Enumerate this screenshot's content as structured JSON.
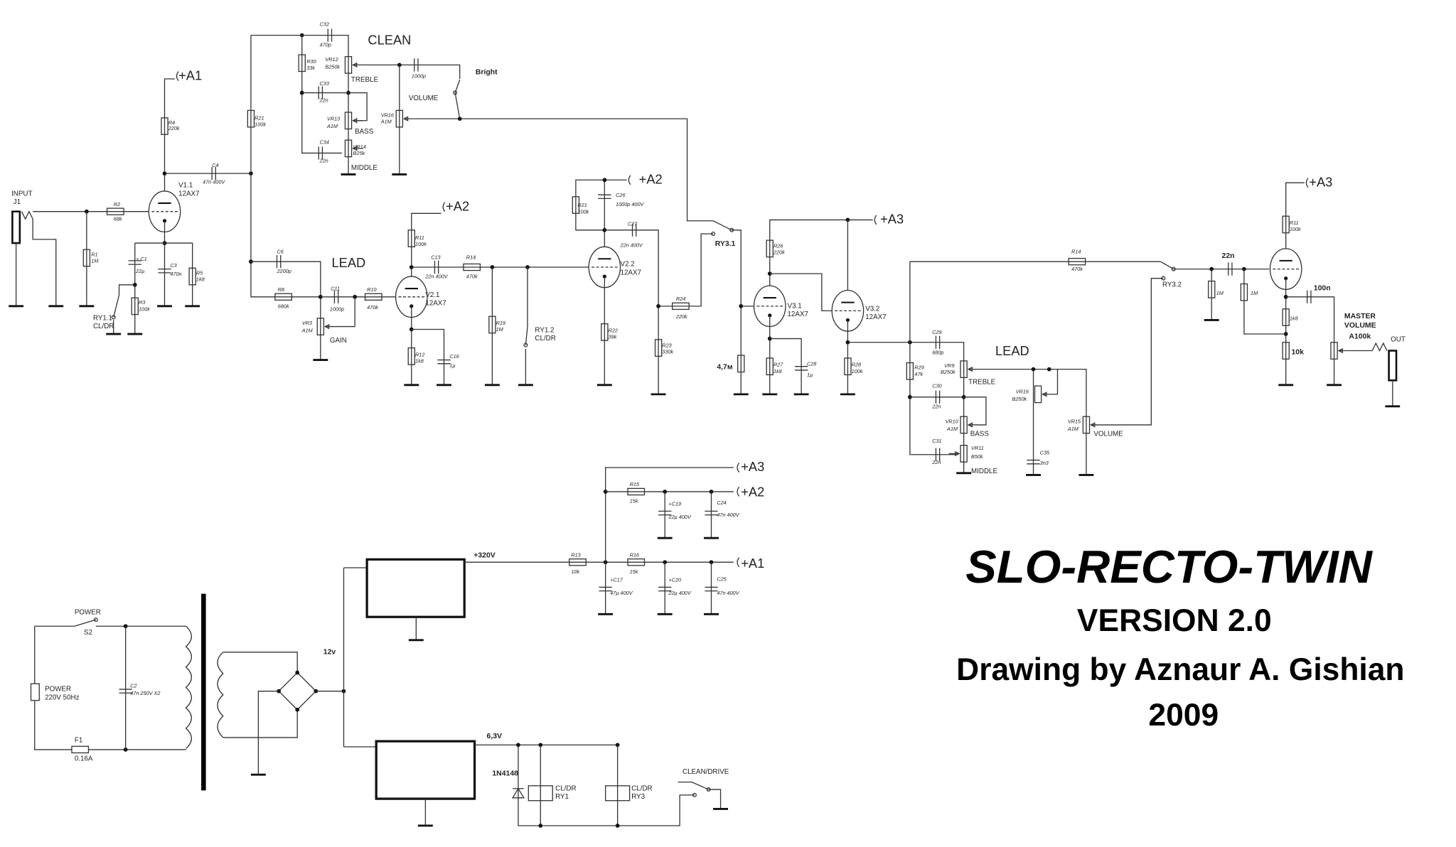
{
  "title": {
    "name": "SLO-RECTO-TWIN",
    "version": "VERSION 2.0",
    "author": "Drawing by Aznaur A. Gishian",
    "year": "2009"
  },
  "sections": {
    "clean": "CLEAN",
    "lead": "LEAD",
    "lead2": "LEAD",
    "bright": "Bright"
  },
  "supplies": {
    "a1": "+A1",
    "a2": "+A2",
    "a3": "+A3",
    "hv": "+320V",
    "lv": "12v",
    "heater": "6,3V"
  },
  "io": {
    "input": "INPUT",
    "j1": "J1",
    "out": "OUT"
  },
  "controls": {
    "treble": "TREBLE",
    "bass": "BASS",
    "middle": "MIDDLE",
    "volume": "VOLUME",
    "gain": "GAIN",
    "treble2": "TREBLE",
    "bass2": "BASS",
    "middle2": "MIDDLE",
    "volume2": "VOLUME",
    "master1": "MASTER",
    "master2": "VOLUME",
    "master3": "A100k",
    "clean_drive": "CLEAN/DRIVE"
  },
  "c": {
    "R1": {
      "ref": "R1",
      "val": "1M"
    },
    "R2": {
      "ref": "R2",
      "val": "68k"
    },
    "R3": {
      "ref": "R3",
      "val": "100k"
    },
    "R4": {
      "ref": "R4",
      "val": "220k"
    },
    "R5": {
      "ref": "R5",
      "val": "1k8"
    },
    "C1": {
      "ref": "+ C1",
      "val": "22µ"
    },
    "C3": {
      "ref": "C3",
      "val": "470n"
    },
    "C4": {
      "ref": "C4",
      "val": "47n 400V"
    },
    "V11": {
      "ref": "V1.1",
      "val": "12AX7"
    },
    "RY11": {
      "ref": "RY1.1",
      "val": "CL/DR"
    },
    "R21a": {
      "ref": "R21",
      "val": "100k"
    },
    "C32": {
      "ref": "C32",
      "val": "470p"
    },
    "R30": {
      "ref": "R30",
      "val": "33k"
    },
    "VR12": {
      "ref": "VR12",
      "val": "B250k"
    },
    "C33": {
      "ref": "C33",
      "val": "22n"
    },
    "VR13": {
      "ref": "VR13",
      "val": "A1M"
    },
    "C34": {
      "ref": "C34",
      "val": "22n"
    },
    "VR14": {
      "ref": "VR14",
      "val": "B25k"
    },
    "Cb": {
      "val": "1000p"
    },
    "VR16a": {
      "ref": "VR16",
      "val": "A1M"
    },
    "C6": {
      "ref": "C6",
      "val": "2200p"
    },
    "R8": {
      "ref": "R8",
      "val": "680k"
    },
    "C11": {
      "ref": "C11",
      "val": "1000p"
    },
    "R10": {
      "ref": "R10",
      "val": "470k"
    },
    "VR3": {
      "ref": "VR3",
      "val": "A1M"
    },
    "V21": {
      "ref": "V2.1",
      "val": "12AX7"
    },
    "R11a": {
      "ref": "R11",
      "val": "100k"
    },
    "C13": {
      "ref": "C13",
      "val": "22n 400V"
    },
    "R14a": {
      "ref": "R14",
      "val": "470k"
    },
    "R12": {
      "ref": "R12",
      "val": "1k8"
    },
    "C16": {
      "ref": "C16",
      "val": "1µ"
    },
    "R19": {
      "ref": "R19",
      "val": "1M"
    },
    "RY12": {
      "ref": "RY1.2",
      "val": "CL/DR"
    },
    "V22": {
      "ref": "V2.2",
      "val": "12AX7"
    },
    "R21b": {
      "ref": "R21",
      "val": "100k"
    },
    "C26": {
      "ref": "C26",
      "val": "1000p 400V"
    },
    "C27": {
      "ref": "C27",
      "val": "22n 400V"
    },
    "R22": {
      "ref": "R22",
      "val": "39k"
    },
    "R23": {
      "ref": "R23",
      "val": "330k"
    },
    "R24": {
      "ref": "R24",
      "val": "220k"
    },
    "RY31": {
      "ref": "RY3.1"
    },
    "Rg": {
      "val": "4,7м"
    },
    "V31": {
      "ref": "V3.1",
      "val": "12AX7"
    },
    "R26": {
      "ref": "R26",
      "val": "220k"
    },
    "R27": {
      "ref": "R27",
      "val": "1k8"
    },
    "C28": {
      "ref": "C28",
      "val": "1µ"
    },
    "V32": {
      "ref": "V3.2",
      "val": "12AX7"
    },
    "R28": {
      "ref": "R28",
      "val": "100k"
    },
    "R29": {
      "ref": "R29",
      "val": "47k"
    },
    "C29": {
      "ref": "C29",
      "val": "680p"
    },
    "VR9": {
      "ref": "VR9",
      "val": "B250k"
    },
    "C30": {
      "ref": "C30",
      "val": "22n"
    },
    "VR10": {
      "ref": "VR10",
      "val": "A1M"
    },
    "C31": {
      "ref": "C31",
      "val": "22n"
    },
    "VR11": {
      "ref": "VR11",
      "val": "B50k"
    },
    "VR16b": {
      "ref": "VR16",
      "val": "B250k"
    },
    "C35": {
      "ref": "C35",
      "val": "3n3"
    },
    "VR15": {
      "ref": "VR15",
      "val": "A1M"
    },
    "R14b": {
      "ref": "R14",
      "val": "470k"
    },
    "RY32": {
      "ref": "RY3.2"
    },
    "R11b": {
      "ref": "R11",
      "val": "100k"
    },
    "Cc": {
      "val": "22n"
    },
    "Rm1": {
      "val": "1M"
    },
    "Rm2": {
      "val": "1M"
    },
    "Rk": {
      "val": "1k8"
    },
    "Rk2": {
      "val": "10k"
    },
    "Co": {
      "val": "100n"
    },
    "S2": {
      "ref": "POWER",
      "val": "S2"
    },
    "MAINS": {
      "ref": "POWER",
      "val": "220V 50Hz"
    },
    "F1": {
      "ref": "F1",
      "val": "0.16A"
    },
    "C2": {
      "ref": "C2",
      "val": "47n 250V X2"
    },
    "R13": {
      "ref": "R13",
      "val": "10k"
    },
    "R15": {
      "ref": "R15",
      "val": "15k"
    },
    "R16": {
      "ref": "R16",
      "val": "15k"
    },
    "C17": {
      "ref": "+C17",
      "val": "47µ 400V"
    },
    "C19": {
      "ref": "+C19",
      "val": "22µ 400V"
    },
    "C20": {
      "ref": "+C20",
      "val": "22µ 400V"
    },
    "C24": {
      "ref": "C24",
      "val": "47n 400V"
    },
    "C25": {
      "ref": "C25",
      "val": "47n 400V"
    },
    "D": {
      "val": "1N4148"
    },
    "RY1": {
      "ref": "CL/DR",
      "val": "RY1"
    },
    "RY3": {
      "ref": "CL/DR",
      "val": "RY3"
    }
  }
}
